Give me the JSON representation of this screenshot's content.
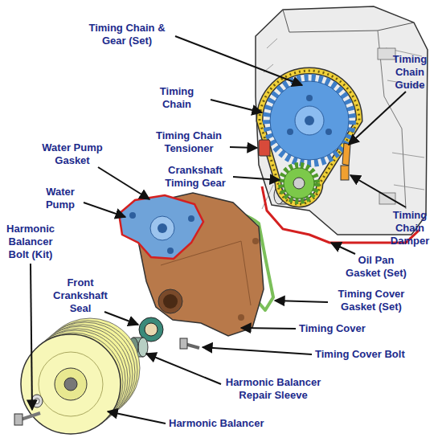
{
  "diagram": {
    "labels": [
      "Timing Chain & Gear (Set)",
      "Timing Chain Guide",
      "Timing Chain",
      "Water Pump Gasket",
      "Timing Chain Tensioner",
      "Crankshaft Timing Gear",
      "Water Pump",
      "Harmonic Balancer Bolt (Kit)",
      "Timing Chain Damper",
      "Oil Pan Gasket (Set)",
      "Front Crankshaft Seal",
      "Timing Cover Gasket (Set)",
      "Timing Cover",
      "Timing Cover Bolt",
      "Harmonic Balancer Repair Sleeve",
      "Harmonic Balancer"
    ]
  }
}
